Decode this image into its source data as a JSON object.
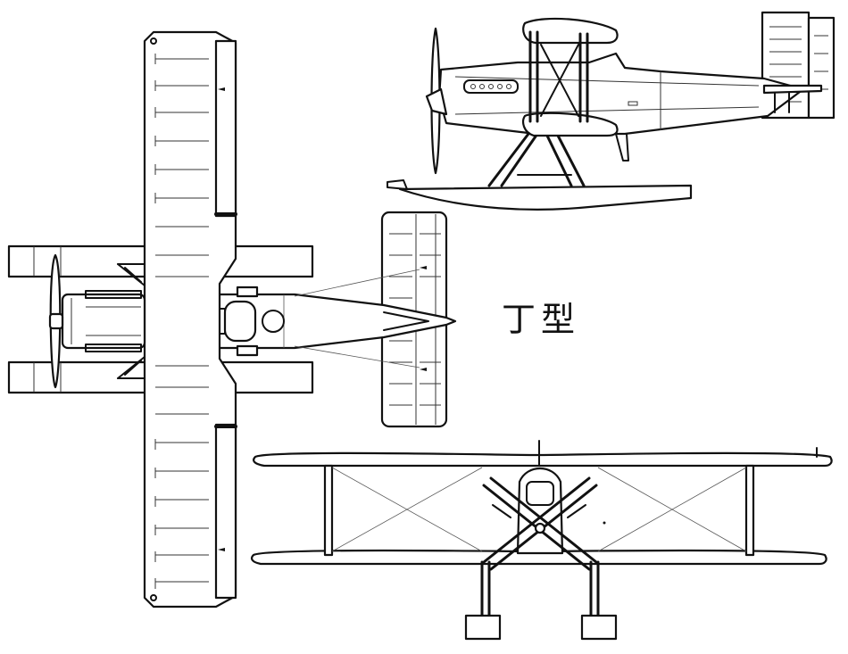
{
  "figure": {
    "caption": "丁型",
    "views": [
      {
        "name": "top-view"
      },
      {
        "name": "side-view"
      },
      {
        "name": "front-view"
      }
    ]
  }
}
